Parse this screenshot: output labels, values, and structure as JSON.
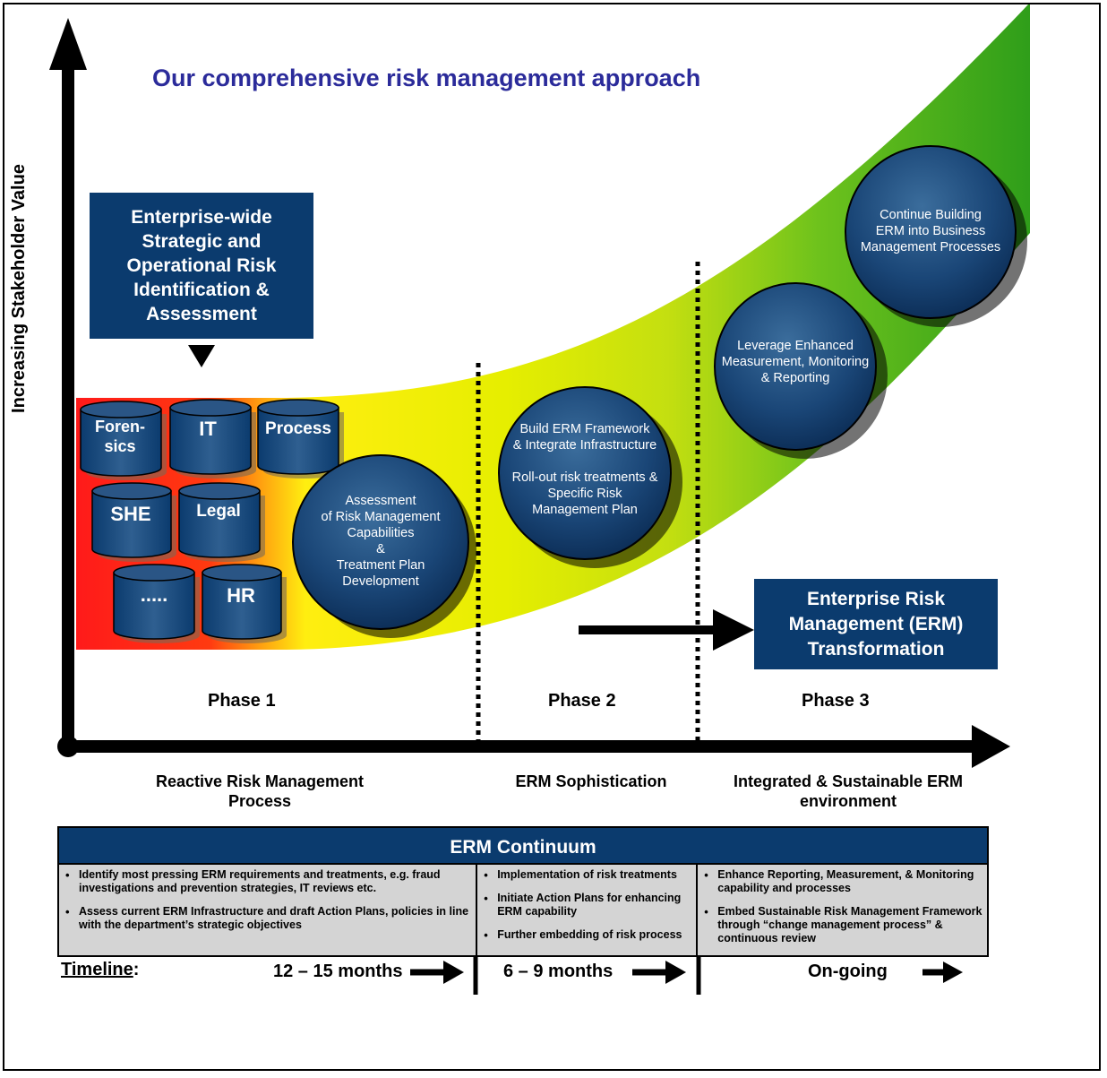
{
  "title": "Our comprehensive risk management approach",
  "y_axis_label": "Increasing Stakeholder Value",
  "callout": "Enterprise-wide Strategic and Operational Risk Identification & Assessment",
  "cylinders": [
    "Forensics",
    "IT",
    "Process",
    "SHE",
    "Legal",
    ".....",
    "HR"
  ],
  "cylinder_display": {
    "forensics_line1": "Foren-",
    "forensics_line2": "sics"
  },
  "bubbles": {
    "phase1": [
      "Assessment",
      "of Risk Management",
      "Capabilities",
      "&",
      "Treatment Plan",
      "Development"
    ],
    "phase2_a": [
      "Build ERM Framework",
      "& Integrate Infrastructure"
    ],
    "phase2_b": [
      "Roll-out risk treatments &",
      "Specific Risk",
      "Management Plan"
    ],
    "phase3_a": [
      "Leverage Enhanced",
      "Measurement, Monitoring",
      "& Reporting"
    ],
    "phase3_b": [
      "Continue Building",
      "ERM into Business",
      "Management Processes"
    ]
  },
  "transformation_box": "Enterprise Risk Management (ERM) Transformation",
  "phases": [
    "Phase 1",
    "Phase 2",
    "Phase 3"
  ],
  "stages": [
    "Reactive Risk Management Process",
    "ERM Sophistication",
    "Integrated & Sustainable ERM environment"
  ],
  "continuum": {
    "header": "ERM Continuum",
    "columns": [
      [
        "Identify most pressing ERM requirements and treatments,  e.g. fraud investigations and prevention strategies, IT reviews etc.",
        "Assess current ERM Infrastructure and draft Action Plans, policies in line with the department’s strategic objectives"
      ],
      [
        "Implementation of risk treatments",
        "Initiate Action Plans for enhancing ERM capability",
        "Further embedding of risk process"
      ],
      [
        "Enhance Reporting, Measurement, & Monitoring capability and processes",
        "Embed Sustainable Risk Management Framework through “change management  process” & continuous review"
      ]
    ]
  },
  "timeline": {
    "label": "Timeline",
    "durations": [
      "12 – 15 months",
      "6 – 9 months",
      "On-going"
    ]
  },
  "colors": {
    "navy": "#0b3b6e",
    "title_blue": "#2b2b9a",
    "band_red": "#ff1a1a",
    "band_yellow": "#e6ee00",
    "band_green": "#2f9e1a"
  }
}
